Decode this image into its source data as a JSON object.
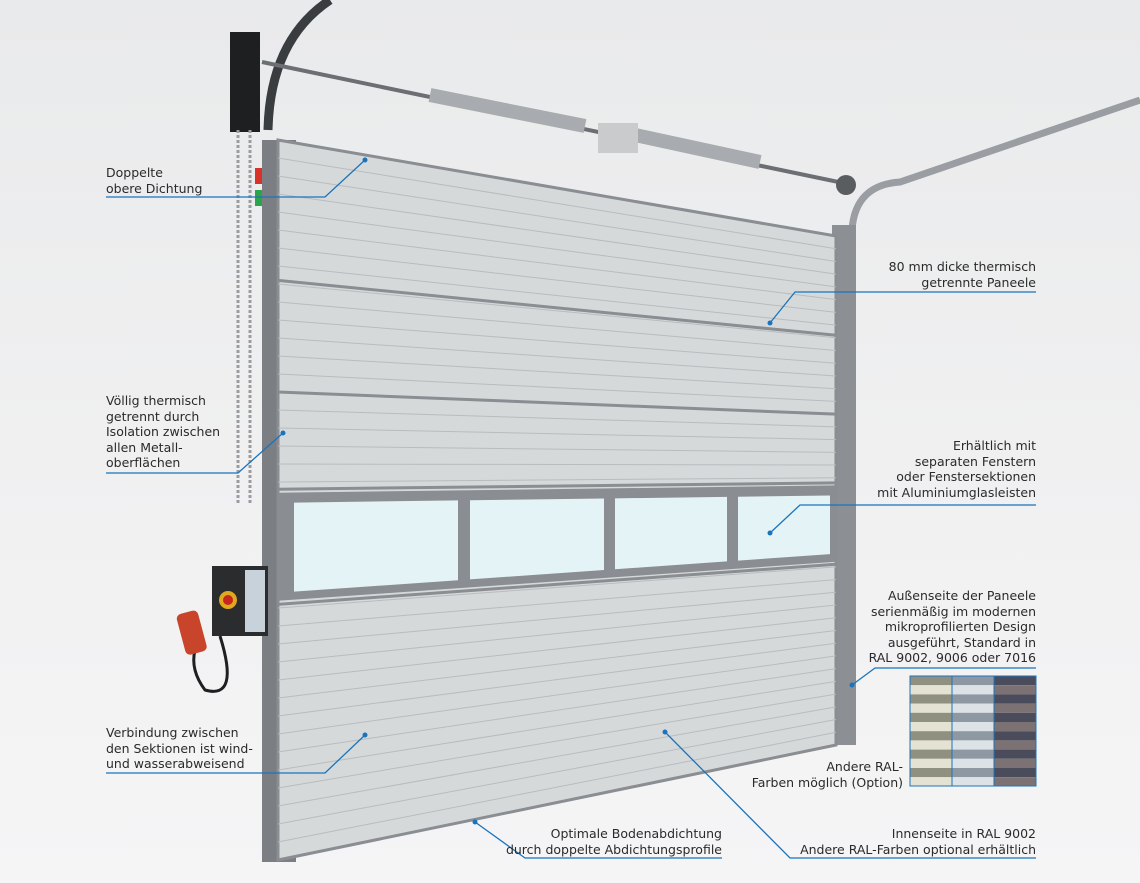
{
  "colors": {
    "callout": "#1b74bb",
    "frame": "#8a8d91",
    "panel": "#d6d9da",
    "glass": "#e3f3f6"
  },
  "callouts": {
    "double_seal": {
      "line1": "Doppelte",
      "line2": "obere Dichtung"
    },
    "panels": {
      "line1": "80 mm dicke thermisch",
      "line2": "getrennte Paneele"
    },
    "thermal": {
      "line1": "Völlig thermisch",
      "line2": "getrennt durch",
      "line3": "Isolation zwischen",
      "line4": "allen Metall-",
      "line5": "oberflächen"
    },
    "windows": {
      "line1": "Erhältlich mit",
      "line2": "separaten Fenstern",
      "line3": "oder Fenstersektionen",
      "line4": "mit Aluminiumglasleisten"
    },
    "outside": {
      "line1": "Außenseite der Paneele",
      "line2": "serienmäßig im modernen",
      "line3": "mikroprofilierten Design",
      "line4": "ausgeführt, Standard in",
      "line5": "RAL 9002, 9006 oder 7016"
    },
    "other_colors": {
      "line1": "Andere RAL-",
      "line2": "Farben möglich (Option)"
    },
    "joint": {
      "line1": "Verbindung zwischen",
      "line2": "den Sektionen ist wind-",
      "line3": "und wasserabweisend"
    },
    "bottom_seal": {
      "line1": "Optimale Bodenabdichtung",
      "line2": "durch doppelte Abdichtungsprofile"
    },
    "inside": {
      "line1": "Innenseite in RAL 9002",
      "line2": "Andere RAL-Farben optional erhältlich"
    }
  },
  "swatches": [
    {
      "name": "RAL 9002",
      "light": "#e3e2d3",
      "dark": "#8f9080"
    },
    {
      "name": "RAL 9006",
      "light": "#dde2e7",
      "dark": "#8e98a3"
    },
    {
      "name": "RAL 7016",
      "light": "#7c7274",
      "dark": "#4a4c5c"
    }
  ]
}
